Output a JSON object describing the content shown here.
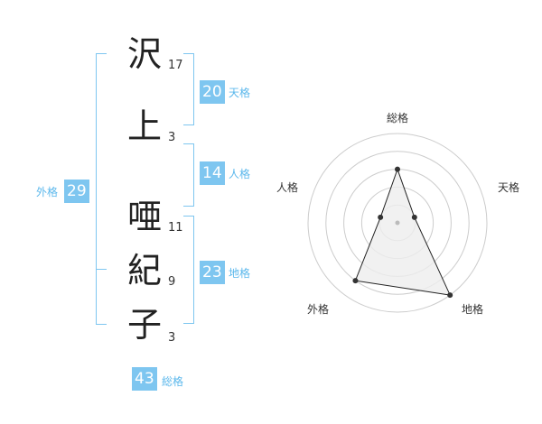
{
  "name_chars": [
    {
      "char": "沢",
      "strokes": "17"
    },
    {
      "char": "上",
      "strokes": "3"
    },
    {
      "char": "唖",
      "strokes": "11"
    },
    {
      "char": "紀",
      "strokes": "9"
    },
    {
      "char": "子",
      "strokes": "3"
    }
  ],
  "fortunes": {
    "tenkaku": {
      "value": "20",
      "label": "天格"
    },
    "jinkaku": {
      "value": "14",
      "label": "人格"
    },
    "chikaku": {
      "value": "23",
      "label": "地格"
    },
    "gaikaku": {
      "value": "29",
      "label": "外格"
    },
    "soukaku": {
      "value": "43",
      "label": "総格"
    }
  },
  "radar": {
    "axes": [
      "総格",
      "天格",
      "地格",
      "外格",
      "人格"
    ],
    "levels": 5,
    "values": [
      3,
      1,
      5,
      4,
      1
    ],
    "colors": {
      "ring": "#cccccc",
      "fill": "#eeeeee",
      "line": "#222222",
      "point": "#333333"
    }
  },
  "colors": {
    "accent": "#7ec6f0",
    "accent_text": "#5cb8ec"
  }
}
